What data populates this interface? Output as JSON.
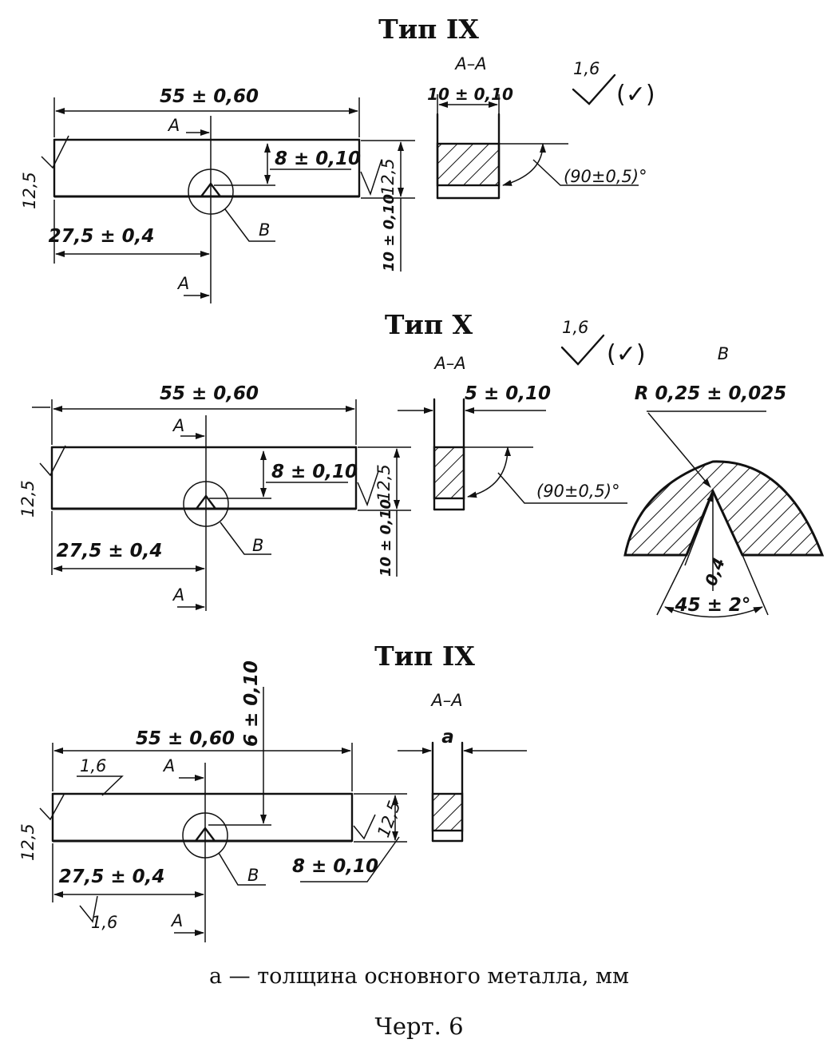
{
  "types": [
    {
      "title": "Тип IX",
      "section_label": "А–А",
      "length": "55 ± 0,60",
      "half_length": "27,5 ± 0,4",
      "notch_depth": "8 ± 0,10",
      "height_left": "12,5",
      "height_right": "12,5",
      "width_dim": "10 ± 0,10",
      "section_width": "10 ± 0,10",
      "angle": "(90±0,5)°",
      "roughness": "1,6",
      "roughness_paren": "(✓)",
      "section_mark": "А",
      "detail_mark": "В"
    },
    {
      "title": "Тип X",
      "section_label": "А–А",
      "length": "55 ± 0,60",
      "half_length": "27,5 ± 0,4",
      "notch_depth": "8 ± 0,10",
      "height_left": "12,5",
      "height_right": "12,5",
      "width_dim": "10 ± 0,10",
      "section_width": "5 ± 0,10",
      "angle": "(90±0,5)°",
      "roughness": "1,6",
      "roughness_paren": "(✓)",
      "section_mark": "А",
      "detail_mark": "В"
    },
    {
      "title": "Тип IX",
      "section_label": "А–А",
      "length": "55 ± 0,60",
      "half_length": "27,5 ± 0,4",
      "notch_depth": "8 ± 0,10",
      "height_left": "12,5",
      "height_right": "12,5",
      "width_dim": "6 ± 0,10",
      "section_width": "a",
      "roughness_top": "1,6",
      "roughness_bottom": "1,6",
      "section_mark": "А",
      "detail_mark": "В"
    }
  ],
  "detail": {
    "label": "В",
    "radius": "R 0,25 ± 0,025",
    "depth": "0,4",
    "angle": "45 ± 2°"
  },
  "caption": "a — толщина основного металла, мм",
  "figure_label": "Черт. 6"
}
